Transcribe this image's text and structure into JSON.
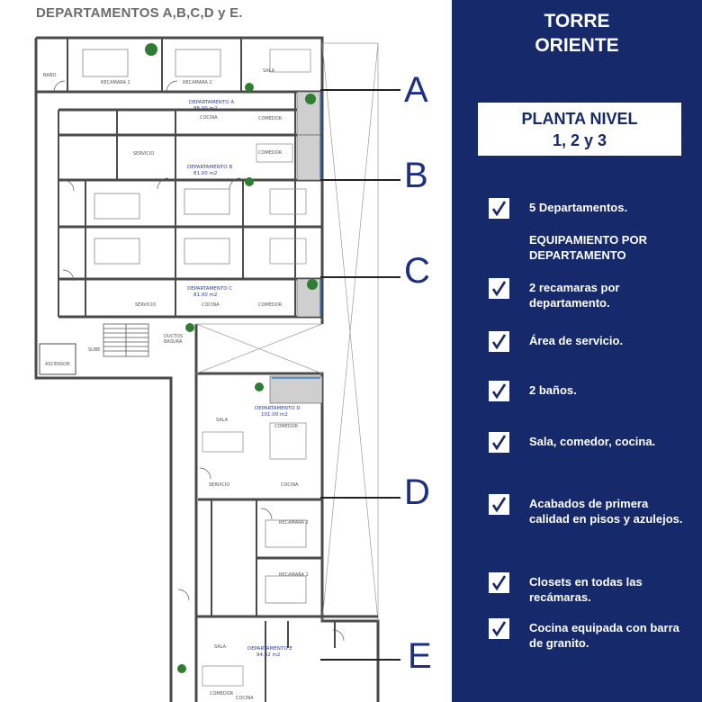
{
  "heading": "DEPARTAMENTOS A,B,C,D y E.",
  "tower": {
    "line1": "TORRE",
    "line2": "ORIENTE"
  },
  "planta": {
    "line1": "PLANTA NIVEL",
    "line2": "1, 2 y 3"
  },
  "equipamiento": "EQUIPAMIENTO POR DEPARTAMENTO",
  "features": [
    "5 Departamentos.",
    "2 recamaras por departamento.",
    "Área de servicio.",
    "2 baños.",
    "Sala, comedor, cocina.",
    "Acabados de primera calidad en pisos y azulejos.",
    "Closets en todas las recámaras.",
    "Cocina equipada con barra de granito."
  ],
  "plan": {
    "letters": [
      "A",
      "B",
      "C",
      "D",
      "E"
    ],
    "departments": [
      {
        "name": "DEPARTAMENTO A",
        "area": "88.00 m2"
      },
      {
        "name": "DEPARTAMENTO B",
        "area": "81.00 m2"
      },
      {
        "name": "DEPARTAMENTO C",
        "area": "81.00 m2"
      },
      {
        "name": "DEPARTAMENTO D",
        "area": "101.00 m2"
      },
      {
        "name": "DEPARTAMENTO E",
        "area": "94.32 m2"
      }
    ],
    "room_labels": {
      "bano": "BAÑO",
      "recamara1": "RECAMARA 1",
      "recamara2": "RECAMARA 2",
      "sala": "SALA",
      "cocina": "COCINA",
      "comedor": "COMEDOR",
      "servicio": "SERVICIO",
      "ascensor": "ASCENSOR",
      "ductos": "DUCTOS",
      "basura": "BASURA",
      "sube": "SUBE"
    }
  },
  "colors": {
    "panel": "#15296b",
    "letter": "#1b2f86",
    "wall": "#4a4a4a"
  }
}
